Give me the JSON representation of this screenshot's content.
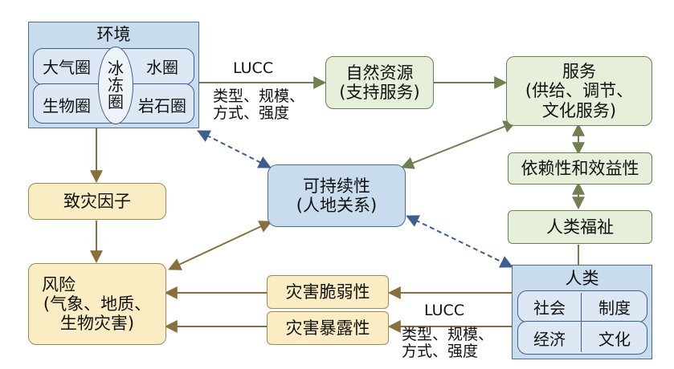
{
  "environment": {
    "title": "环境",
    "atmosphere": "大气圈",
    "hydrosphere": "水圈",
    "biosphere": "生物圈",
    "lithosphere": "岩石圈",
    "cryosphere": [
      "冰",
      "冻",
      "圈"
    ]
  },
  "natural_resources": [
    "自然资源",
    "(支持服务)"
  ],
  "services": [
    "服务",
    "(供给、调节、",
    "文化服务)"
  ],
  "dependence": "依赖性和效益性",
  "wellbeing": "人类福祉",
  "sustainability": [
    "可持续性",
    "(人地关系)"
  ],
  "hazard_factor": "致灾因子",
  "risk": [
    "风险",
    "(气象、地质、",
    "生物灾害)"
  ],
  "vulnerability": "灾害脆弱性",
  "exposure": "灾害暴露性",
  "human": {
    "title": "人类",
    "society": "社会",
    "institution": "制度",
    "economy": "经济",
    "culture": "文化"
  },
  "lucc_top": {
    "title": "LUCC",
    "line1": "类型、规模、",
    "line2": "方式、强度"
  },
  "lucc_bottom": {
    "title": "LUCC",
    "line1": "类型、规模、",
    "line2": "方式、强度"
  }
}
